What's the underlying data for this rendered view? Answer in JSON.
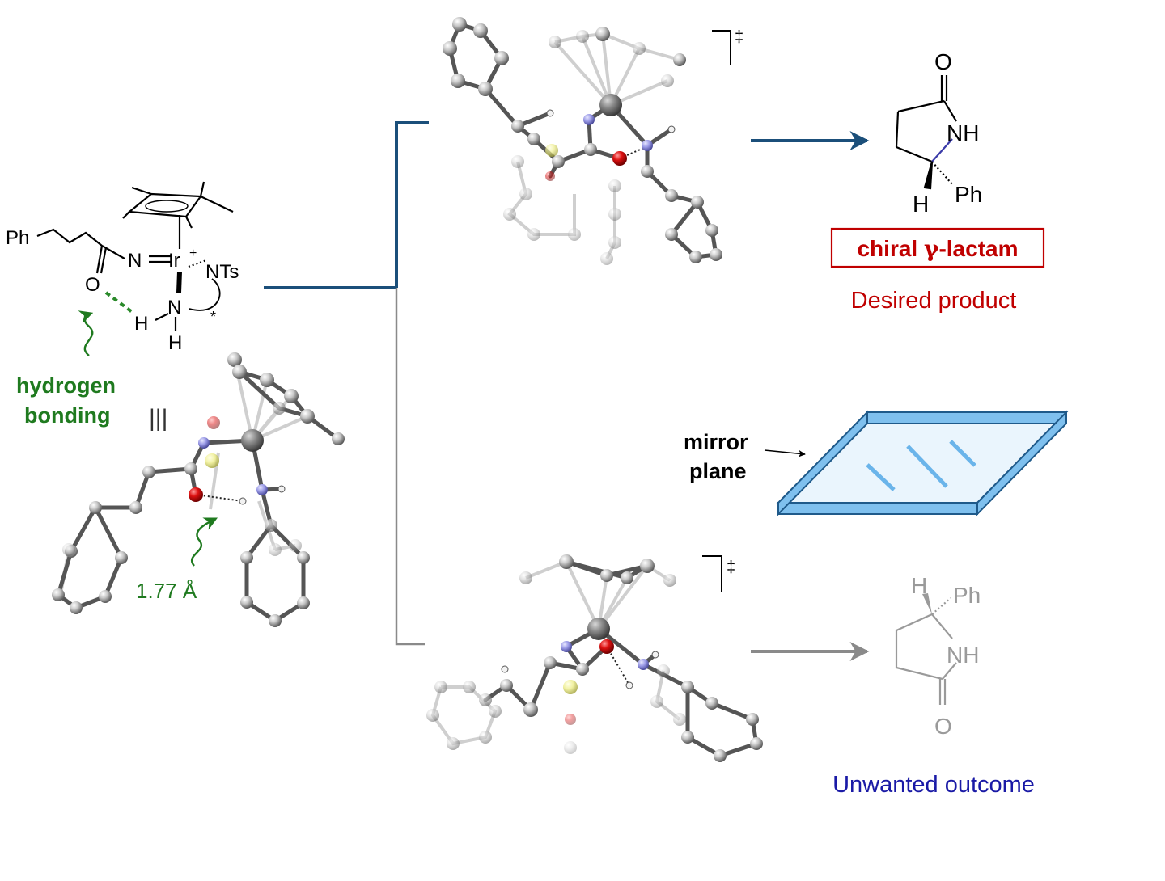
{
  "colors": {
    "navy": "#1b4f7a",
    "gray": "#8a8a8a",
    "green": "#1f7a1f",
    "red": "#c00000",
    "blue_text": "#1a1aa6",
    "mirror_fill": "#7fc0ee",
    "mirror_edge": "#1f5a8a",
    "atom_c": "#bdbdbd",
    "atom_o": "#cc1111",
    "atom_n": "#8a8ae0",
    "atom_s": "#e8e87a",
    "atom_ir": "#7d7d7d"
  },
  "complex": {
    "ph": "Ph",
    "n": "N",
    "ir": "Ir",
    "plus": "+",
    "nts": "NTs",
    "o": "O",
    "h": "H",
    "nh_n": "N",
    "h_lower": "H",
    "star": "*"
  },
  "annotations": {
    "hydrogen_bonding_line1": "hydrogen",
    "hydrogen_bonding_line2": "bonding",
    "equiv": "|||",
    "distance": "1.77 Å"
  },
  "ts_marker": "‡",
  "desired": {
    "o": "O",
    "nh": "NH",
    "h": "H",
    "ph": "Ph",
    "box_label_prefix": "chiral ",
    "box_label_gamma": "γ",
    "box_label_suffix": "-lactam",
    "caption": "Desired product"
  },
  "mirror": {
    "line1": "mirror",
    "line2": "plane"
  },
  "unwanted": {
    "h": "H",
    "ph": "Ph",
    "nh": "NH",
    "o": "O",
    "caption": "Unwanted outcome"
  }
}
